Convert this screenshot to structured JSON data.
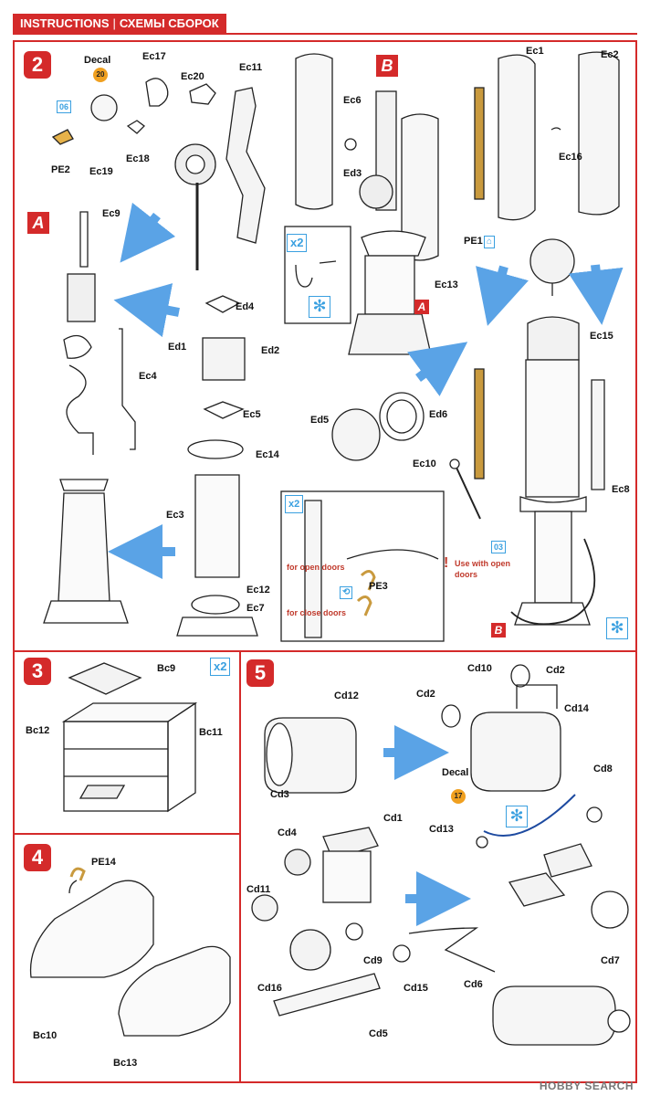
{
  "header": {
    "title_en": "INSTRUCTIONS",
    "sep": "|",
    "title_ru": "СХЕМЫ СБОРОК"
  },
  "steps": {
    "s2": "2",
    "s3": "3",
    "s4": "4",
    "s5": "5"
  },
  "subs": {
    "a1": "A",
    "a2": "A",
    "b1": "B",
    "b2": "B"
  },
  "step2": {
    "decal": "Decal",
    "decal_no": "20",
    "decal_badge": "06",
    "PE2": "PE2",
    "Ec19": "Ec19",
    "Ec18": "Ec18",
    "Ec17": "Ec17",
    "Ec20": "Ec20",
    "Ec11": "Ec11",
    "Ec9": "Ec9",
    "Ec4": "Ec4",
    "Ed4": "Ed4",
    "Ed1": "Ed1",
    "Ed2": "Ed2",
    "Ec5": "Ec5",
    "Ec14": "Ec14",
    "Ec3": "Ec3",
    "Ec12": "Ec12",
    "Ec7": "Ec7",
    "Ec6": "Ec6",
    "Ed3": "Ed3",
    "Ec13": "Ec13",
    "x2a": "x2",
    "Ec1": "Ec1",
    "Ec2": "Ec2",
    "Ec16": "Ec16",
    "PE1": "PE1",
    "Ec15": "Ec15",
    "Ed5": "Ed5",
    "Ed6": "Ed6",
    "Ec10": "Ec10",
    "Ec8": "Ec8",
    "badge03": "03",
    "x2b": "x2",
    "open_doors": "for open doors",
    "PE3": "PE3",
    "close_doors": "for close doors",
    "use_open_1": "Use with open",
    "use_open_2": "doors",
    "excl": "!"
  },
  "step3": {
    "Bc9": "Bc9",
    "Bc12": "Bc12",
    "Bc11": "Bc11",
    "x2": "x2"
  },
  "step4": {
    "PE14": "PE14",
    "Bc10": "Bc10",
    "Bc13": "Bc13"
  },
  "step5": {
    "Cd12": "Cd12",
    "Cd3": "Cd3",
    "Cd10": "Cd10",
    "Cd2a": "Cd2",
    "Cd2b": "Cd2",
    "Cd14": "Cd14",
    "decal": "Decal",
    "Cd1": "Cd1",
    "Cd4": "Cd4",
    "Cd11": "Cd11",
    "Cd16": "Cd16",
    "Cd9": "Cd9",
    "Cd15": "Cd15",
    "Cd5": "Cd5",
    "Cd8": "Cd8",
    "Cd13": "Cd13",
    "decal_no": "17",
    "Cd7": "Cd7",
    "Cd6": "Cd6"
  },
  "watermark": "HOBBY SEARCH",
  "colors": {
    "accent": "#d42a2a",
    "arrow": "#5aa3e6",
    "badge": "#3aa0e0",
    "decal": "#f0a020"
  },
  "icons": [
    "snowflake-icon",
    "flip-icon",
    "arrow-icon"
  ]
}
